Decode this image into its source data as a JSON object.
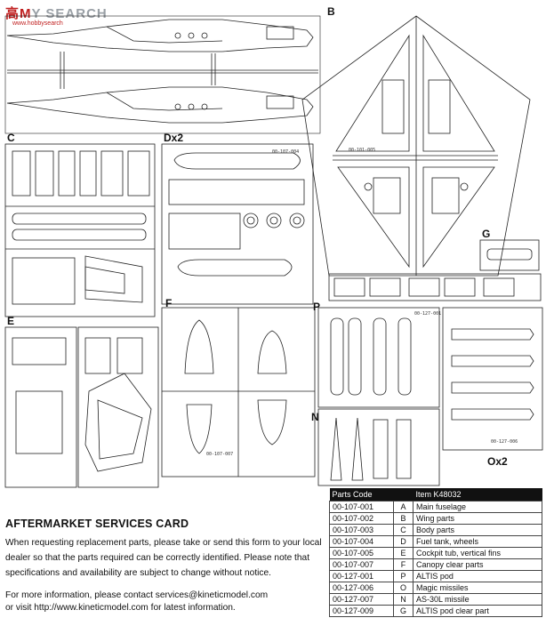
{
  "logo": {
    "brand_red": "#c02020",
    "text_main": "高M",
    "text_search": "Y SEARCH",
    "text_sub": "www.hobbysearch"
  },
  "sprues": {
    "b": "B",
    "c": "C",
    "dx2": "Dx2",
    "e": "E",
    "f": "F",
    "g": "G",
    "p": "P",
    "n": "N",
    "ox2": "Ox2",
    "tag_b": "00-101-005",
    "tag_f": "00-107-007",
    "tag_dx2": "00-107-004",
    "tag_p": "00-127-001",
    "tag_o": "00-127-006"
  },
  "service": {
    "title": "AFTERMARKET SERVICES CARD",
    "body": "When requesting replacement parts, please take or send this form to your local dealer so that the parts required can be correctly identified. Please note that specifications and availability are subject to change without notice.",
    "contact_1": "For more information, please contact services@kineticmodel.com",
    "contact_2": "or visit http://www.kineticmodel.com for latest information."
  },
  "parts_table": {
    "header_code": "Parts Code",
    "header_item": "Item   K48032",
    "rows": [
      {
        "code": "00-107-001",
        "letter": "A",
        "item": "Main fuselage"
      },
      {
        "code": "00-107-002",
        "letter": "B",
        "item": "Wing parts"
      },
      {
        "code": "00-107-003",
        "letter": "C",
        "item": "Body parts"
      },
      {
        "code": "00-107-004",
        "letter": "D",
        "item": "Fuel tank, wheels"
      },
      {
        "code": "00-107-005",
        "letter": "E",
        "item": "Cockpit tub, vertical fins"
      },
      {
        "code": "00-107-007",
        "letter": "F",
        "item": "Canopy clear parts"
      },
      {
        "code": "00-127-001",
        "letter": "P",
        "item": "ALTIS pod"
      },
      {
        "code": "00-127-006",
        "letter": "O",
        "item": "Magic missiles"
      },
      {
        "code": "00-127-007",
        "letter": "N",
        "item": "AS-30L missile"
      },
      {
        "code": "00-127-009",
        "letter": "G",
        "item": "ALTIS pod clear part"
      }
    ]
  }
}
